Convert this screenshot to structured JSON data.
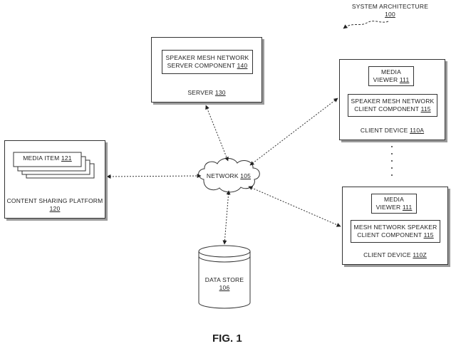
{
  "title": {
    "text": "SYSTEM ARCHITECTURE",
    "ref": "100"
  },
  "server": {
    "label": "SERVER",
    "ref": "130",
    "component_line1": "SPEAKER MESH NETWORK",
    "component_line2": "SERVER COMPONENT",
    "component_ref": "140"
  },
  "client_a": {
    "label": "CLIENT DEVICE",
    "ref": "110A",
    "viewer_line1": "MEDIA",
    "viewer_line2": "VIEWER",
    "viewer_ref": "111",
    "component_line1": "SPEAKER MESH NETWORK",
    "component_line2": "CLIENT COMPONENT",
    "component_ref": "115"
  },
  "client_z": {
    "label": "CLIENT DEVICE",
    "ref": "110Z",
    "viewer_line1": "MEDIA",
    "viewer_line2": "VIEWER",
    "viewer_ref": "111",
    "component_line1": "MESH NETWORK SPEAKER",
    "component_line2": "CLIENT COMPONENT",
    "component_ref": "115"
  },
  "platform": {
    "line1": "CONTENT SHARING PLATFORM",
    "ref": "120",
    "media_item": "MEDIA ITEM",
    "media_ref": "121"
  },
  "network": {
    "label": "NETWORK",
    "ref": "105"
  },
  "data_store": {
    "label": "DATA STORE",
    "ref": "106"
  },
  "figure_caption": "FIG. 1"
}
